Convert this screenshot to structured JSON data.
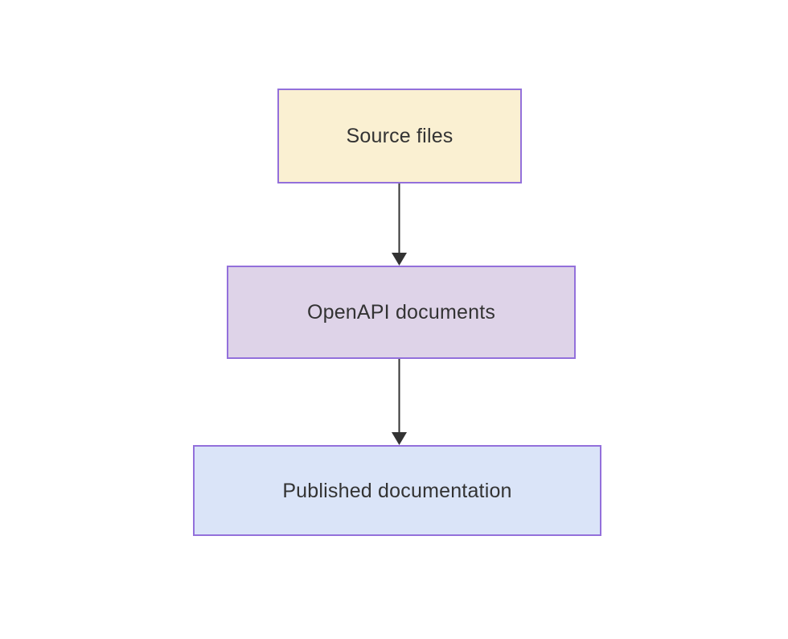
{
  "diagram": {
    "type": "flowchart",
    "direction": "top-down",
    "background_color": "#ffffff",
    "nodes": [
      {
        "id": "source-files",
        "label": "Source files",
        "fill": "#faf0d2",
        "border_color": "#9370db",
        "text_color": "#333333",
        "style": "background:#faf0d2;border-color:#9370db;color:#333333"
      },
      {
        "id": "openapi-documents",
        "label": "OpenAPI documents",
        "fill": "#ded3e8",
        "border_color": "#9370db",
        "text_color": "#333333",
        "style": "background:#ded3e8;border-color:#9370db;color:#333333"
      },
      {
        "id": "published-documentation",
        "label": "Published documentation",
        "fill": "#dae4f8",
        "border_color": "#9370db",
        "text_color": "#333333",
        "style": "background:#dae4f8;border-color:#9370db;color:#333333"
      }
    ],
    "edges": [
      {
        "from": "source-files",
        "to": "openapi-documents",
        "arrow": "down",
        "color": "#333333"
      },
      {
        "from": "openapi-documents",
        "to": "published-documentation",
        "arrow": "down",
        "color": "#333333"
      }
    ]
  }
}
